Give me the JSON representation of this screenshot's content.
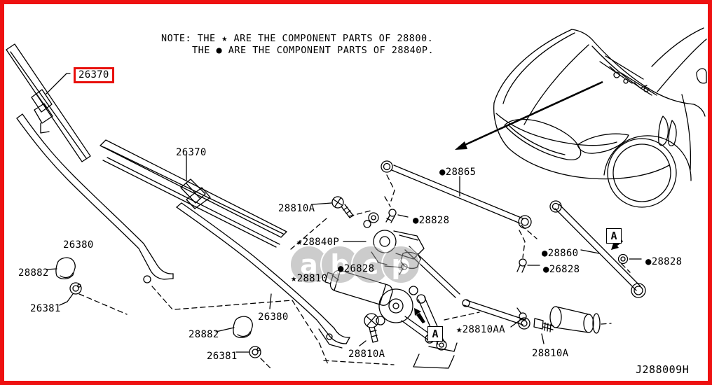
{
  "note": {
    "line1": "NOTE: THE ★ ARE THE COMPONENT PARTS OF 28800.",
    "line2": "THE ● ARE THE COMPONENT PARTS OF 28840P."
  },
  "diagram_code": "J288009H",
  "highlight": {
    "part_number": "26370",
    "box_color": "#e8100c"
  },
  "detail_marker": "A",
  "labels": {
    "blade_boxed": "26370",
    "blade2": "26370",
    "arm1": "26380",
    "cap1": "28882",
    "nut1": "26381",
    "arm2": "26380",
    "cap2": "28882",
    "nut2": "26381",
    "screw1": "28810A",
    "pivot_assy": "★28840P",
    "bolt_left": "●26828",
    "motor": "★28810",
    "screw2": "28810A",
    "rod_upper": "●28865",
    "bolt_top": "●28828",
    "rod_right": "●28860",
    "bolt_right": "●26828",
    "ring_right": "●28828",
    "pivot_shaft": "★28810AA",
    "bolt3": "28810A"
  },
  "watermark": {
    "letters": [
      "a",
      "b",
      "c",
      "p"
    ]
  },
  "colors": {
    "line": "#000000",
    "border_red": "#ee1111",
    "watermark_gray": "#9a9a9a"
  }
}
